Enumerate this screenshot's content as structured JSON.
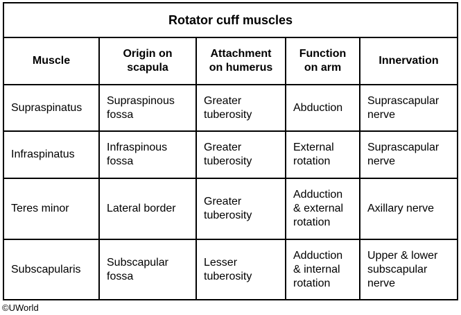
{
  "title": "Rotator cuff muscles",
  "table": {
    "headers": [
      "Muscle",
      "Origin on\nscapula",
      "Attachment\non humerus",
      "Function\non arm",
      "Innervation"
    ],
    "rows": [
      [
        "Supraspinatus",
        "Supraspinous\nfossa",
        "Greater\ntuberosity",
        "Abduction",
        "Suprascapular\nnerve"
      ],
      [
        "Infraspinatus",
        "Infraspinous\nfossa",
        "Greater\ntuberosity",
        "External\nrotation",
        "Suprascapular\nnerve"
      ],
      [
        "Teres minor",
        "Lateral border",
        "Greater\ntuberosity",
        "Adduction\n& external\nrotation",
        "Axillary nerve"
      ],
      [
        "Subscapularis",
        "Subscapular\nfossa",
        "Lesser\ntuberosity",
        "Adduction\n& internal\nrotation",
        "Upper & lower\nsubscapular\nnerve"
      ]
    ]
  },
  "footer": {
    "attribution": "©UWorld"
  },
  "colors": {
    "border": "#000000",
    "text": "#000000",
    "background": "#ffffff"
  }
}
